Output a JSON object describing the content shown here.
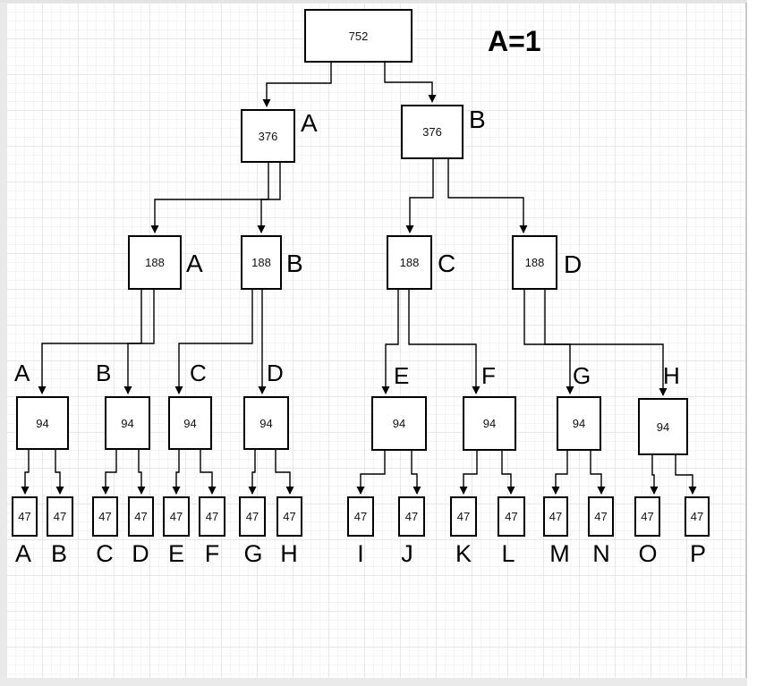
{
  "annotation": {
    "text": "A=1"
  },
  "tree": {
    "root": {
      "value": "752"
    },
    "level2": [
      {
        "value": "376",
        "label": "A"
      },
      {
        "value": "376",
        "label": "B"
      }
    ],
    "level3": [
      {
        "value": "188",
        "label": "A"
      },
      {
        "value": "188",
        "label": "B"
      },
      {
        "value": "188",
        "label": "C"
      },
      {
        "value": "188",
        "label": "D"
      }
    ],
    "level4": [
      {
        "value": "94",
        "label": "A"
      },
      {
        "value": "94",
        "label": "B"
      },
      {
        "value": "94",
        "label": "C"
      },
      {
        "value": "94",
        "label": "D"
      },
      {
        "value": "94",
        "label": "E"
      },
      {
        "value": "94",
        "label": "F"
      },
      {
        "value": "94",
        "label": "G"
      },
      {
        "value": "94",
        "label": "H"
      }
    ],
    "leaves": [
      {
        "value": "47",
        "label": "A"
      },
      {
        "value": "47",
        "label": "B"
      },
      {
        "value": "47",
        "label": "C"
      },
      {
        "value": "47",
        "label": "D"
      },
      {
        "value": "47",
        "label": "E"
      },
      {
        "value": "47",
        "label": "F"
      },
      {
        "value": "47",
        "label": "G"
      },
      {
        "value": "47",
        "label": "H"
      },
      {
        "value": "47",
        "label": "I"
      },
      {
        "value": "47",
        "label": "J"
      },
      {
        "value": "47",
        "label": "K"
      },
      {
        "value": "47",
        "label": "L"
      },
      {
        "value": "47",
        "label": "M"
      },
      {
        "value": "47",
        "label": "N"
      },
      {
        "value": "47",
        "label": "O"
      },
      {
        "value": "47",
        "label": "P"
      }
    ]
  }
}
